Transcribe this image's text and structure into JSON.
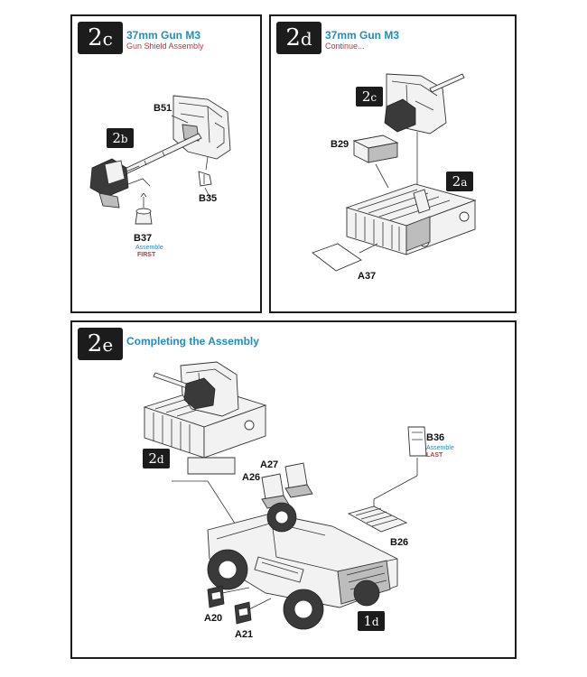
{
  "panels": {
    "p2c": {
      "badge_num": "2",
      "badge_suffix": "c",
      "title": "37mm Gun M3",
      "subtitle": "Gun Shield Assembly",
      "refs": [
        {
          "num": "2",
          "suffix": "b"
        }
      ],
      "parts": {
        "b51": "B51",
        "b35": "B35",
        "b37": "B37",
        "b37_note": "Assemble",
        "b37_order": "FIRST"
      }
    },
    "p2d": {
      "badge_num": "2",
      "badge_suffix": "d",
      "title": "37mm Gun M3",
      "subtitle": "Continue...",
      "refs": [
        {
          "num": "2",
          "suffix": "c"
        },
        {
          "num": "2",
          "suffix": "a"
        }
      ],
      "parts": {
        "b29": "B29",
        "a37": "A37"
      }
    },
    "p2e": {
      "badge_num": "2",
      "badge_suffix": "e",
      "title": "Completing the Assembly",
      "refs": [
        {
          "num": "2",
          "suffix": "d"
        },
        {
          "num": "1",
          "suffix": "d"
        }
      ],
      "parts": {
        "a26": "A26",
        "a27": "A27",
        "b36": "B36",
        "b36_note": "Assemble",
        "b36_order": "LAST",
        "b26": "B26",
        "a20": "A20",
        "a21": "A21"
      }
    }
  }
}
